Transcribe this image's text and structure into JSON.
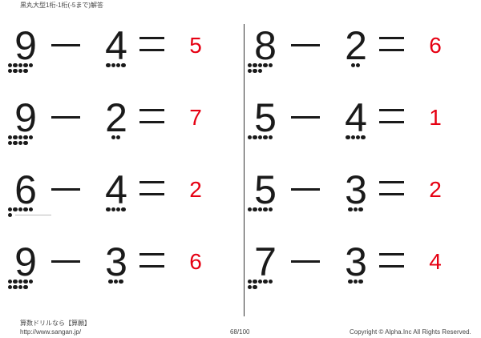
{
  "header": {
    "title": "黒丸大型1桁-1桁(-5まで)解答"
  },
  "problems": [
    {
      "a": "9",
      "op": "−",
      "b": "4",
      "eq": "=",
      "answer": "5"
    },
    {
      "a": "8",
      "op": "−",
      "b": "2",
      "eq": "=",
      "answer": "6"
    },
    {
      "a": "9",
      "op": "−",
      "b": "2",
      "eq": "=",
      "answer": "7"
    },
    {
      "a": "5",
      "op": "−",
      "b": "4",
      "eq": "=",
      "answer": "1"
    },
    {
      "a": "6",
      "op": "−",
      "b": "4",
      "eq": "=",
      "answer": "2"
    },
    {
      "a": "5",
      "op": "−",
      "b": "3",
      "eq": "=",
      "answer": "2"
    },
    {
      "a": "9",
      "op": "−",
      "b": "3",
      "eq": "=",
      "answer": "6"
    },
    {
      "a": "7",
      "op": "−",
      "b": "3",
      "eq": "=",
      "answer": "4"
    }
  ],
  "footer": {
    "brand": "算数ドリルなら【算願】",
    "url": "http://www.sangan.jp/",
    "page": "68/100",
    "copyright": "Copyright © Alpha.Inc All Rights Reserved."
  },
  "colors": {
    "answer": "#e60012",
    "ink": "#1a1a1a"
  }
}
